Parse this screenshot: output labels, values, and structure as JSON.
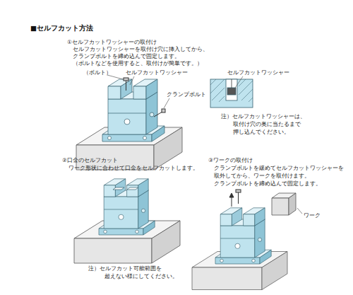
{
  "diagram": {
    "title": "■セルフカット方法",
    "labels": [
      "①セルフカットワッシャーの取付け",
      "セルフカットワッシャーを取付け穴に挿入してから、",
      "クランプボルトを締め込んで固定します。",
      "（ボルトなどを使用すると、取付けが簡単です。）",
      "（ボルト）",
      "セルフカットワッシャー",
      "クランプボルト",
      "セルフカットワッシャー",
      "注）セルフカットワッシャーは、",
      "取付け穴の奥に当たるまで",
      "押し込んでください。",
      "②口金のセルフカット",
      "ワーク形状に合わせて口金をセルフカットします。",
      "注）セルフカット可能範囲を",
      "超えない様にしてください。",
      "③ワークの取付け",
      "クランプボルトを緩めてセルフカットワッシャーを",
      "取外してから、ワークを取付けます。",
      "クランプボルトを締め込んで固定します。",
      "ワーク"
    ]
  }
}
